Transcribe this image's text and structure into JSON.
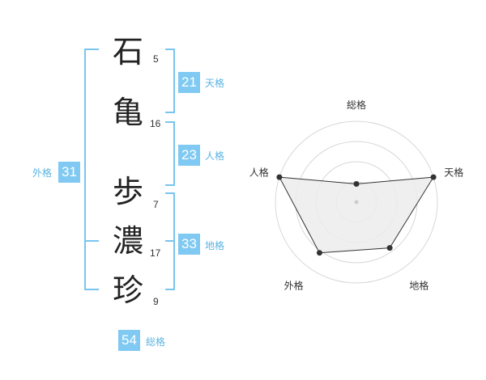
{
  "name_chars": [
    {
      "char": "石",
      "strokes": "5"
    },
    {
      "char": "亀",
      "strokes": "16"
    },
    {
      "char": "歩",
      "strokes": "7"
    },
    {
      "char": "濃",
      "strokes": "17"
    },
    {
      "char": "珍",
      "strokes": "9"
    }
  ],
  "kakusu": {
    "tenkaku": {
      "value": "21",
      "label": "天格"
    },
    "jinkaku": {
      "value": "23",
      "label": "人格"
    },
    "chikaku": {
      "value": "33",
      "label": "地格"
    },
    "gaikaku": {
      "value": "31",
      "label": "外格"
    },
    "soukaku": {
      "value": "54",
      "label": "総格"
    }
  },
  "colors": {
    "accent": "#7fc9f2",
    "bracket": "#78c6ee",
    "label": "#5ab4e2",
    "radar_fill": "#ececec"
  },
  "chart_data": {
    "type": "radar",
    "axes": [
      "総格",
      "天格",
      "地格",
      "外格",
      "人格"
    ],
    "rings": 4,
    "scale_max": 4,
    "values": [
      0.9,
      4,
      2.8,
      3.1,
      4
    ]
  }
}
